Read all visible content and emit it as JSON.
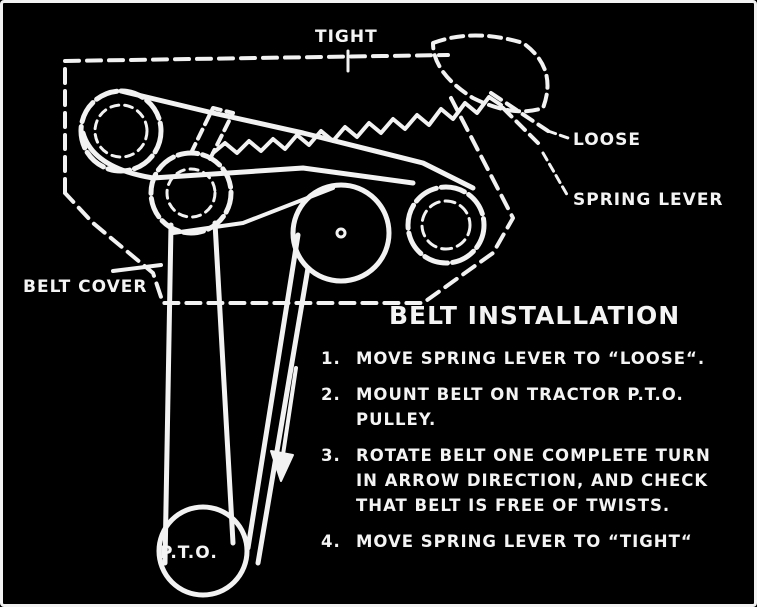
{
  "diagram": {
    "labels": {
      "tight": "TIGHT",
      "loose": "LOOSE",
      "spring_lever": "SPRING LEVER",
      "belt_cover": "BELT COVER",
      "pto": "P.T.O."
    }
  },
  "instructions": {
    "title": "BELT INSTALLATION",
    "steps": [
      {
        "num": "1.",
        "text": "MOVE SPRING LEVER TO “LOOSE“."
      },
      {
        "num": "2.",
        "text": "MOUNT BELT ON TRACTOR P.T.O.\nPULLEY."
      },
      {
        "num": "3.",
        "text": "ROTATE BELT ONE COMPLETE TURN\nIN ARROW DIRECTION, AND CHECK\nTHAT BELT IS FREE OF TWISTS."
      },
      {
        "num": "4.",
        "text": "MOVE SPRING LEVER TO “TIGHT“"
      }
    ]
  },
  "colors": {
    "background": "#000000",
    "ink": "#f4f4f4"
  }
}
